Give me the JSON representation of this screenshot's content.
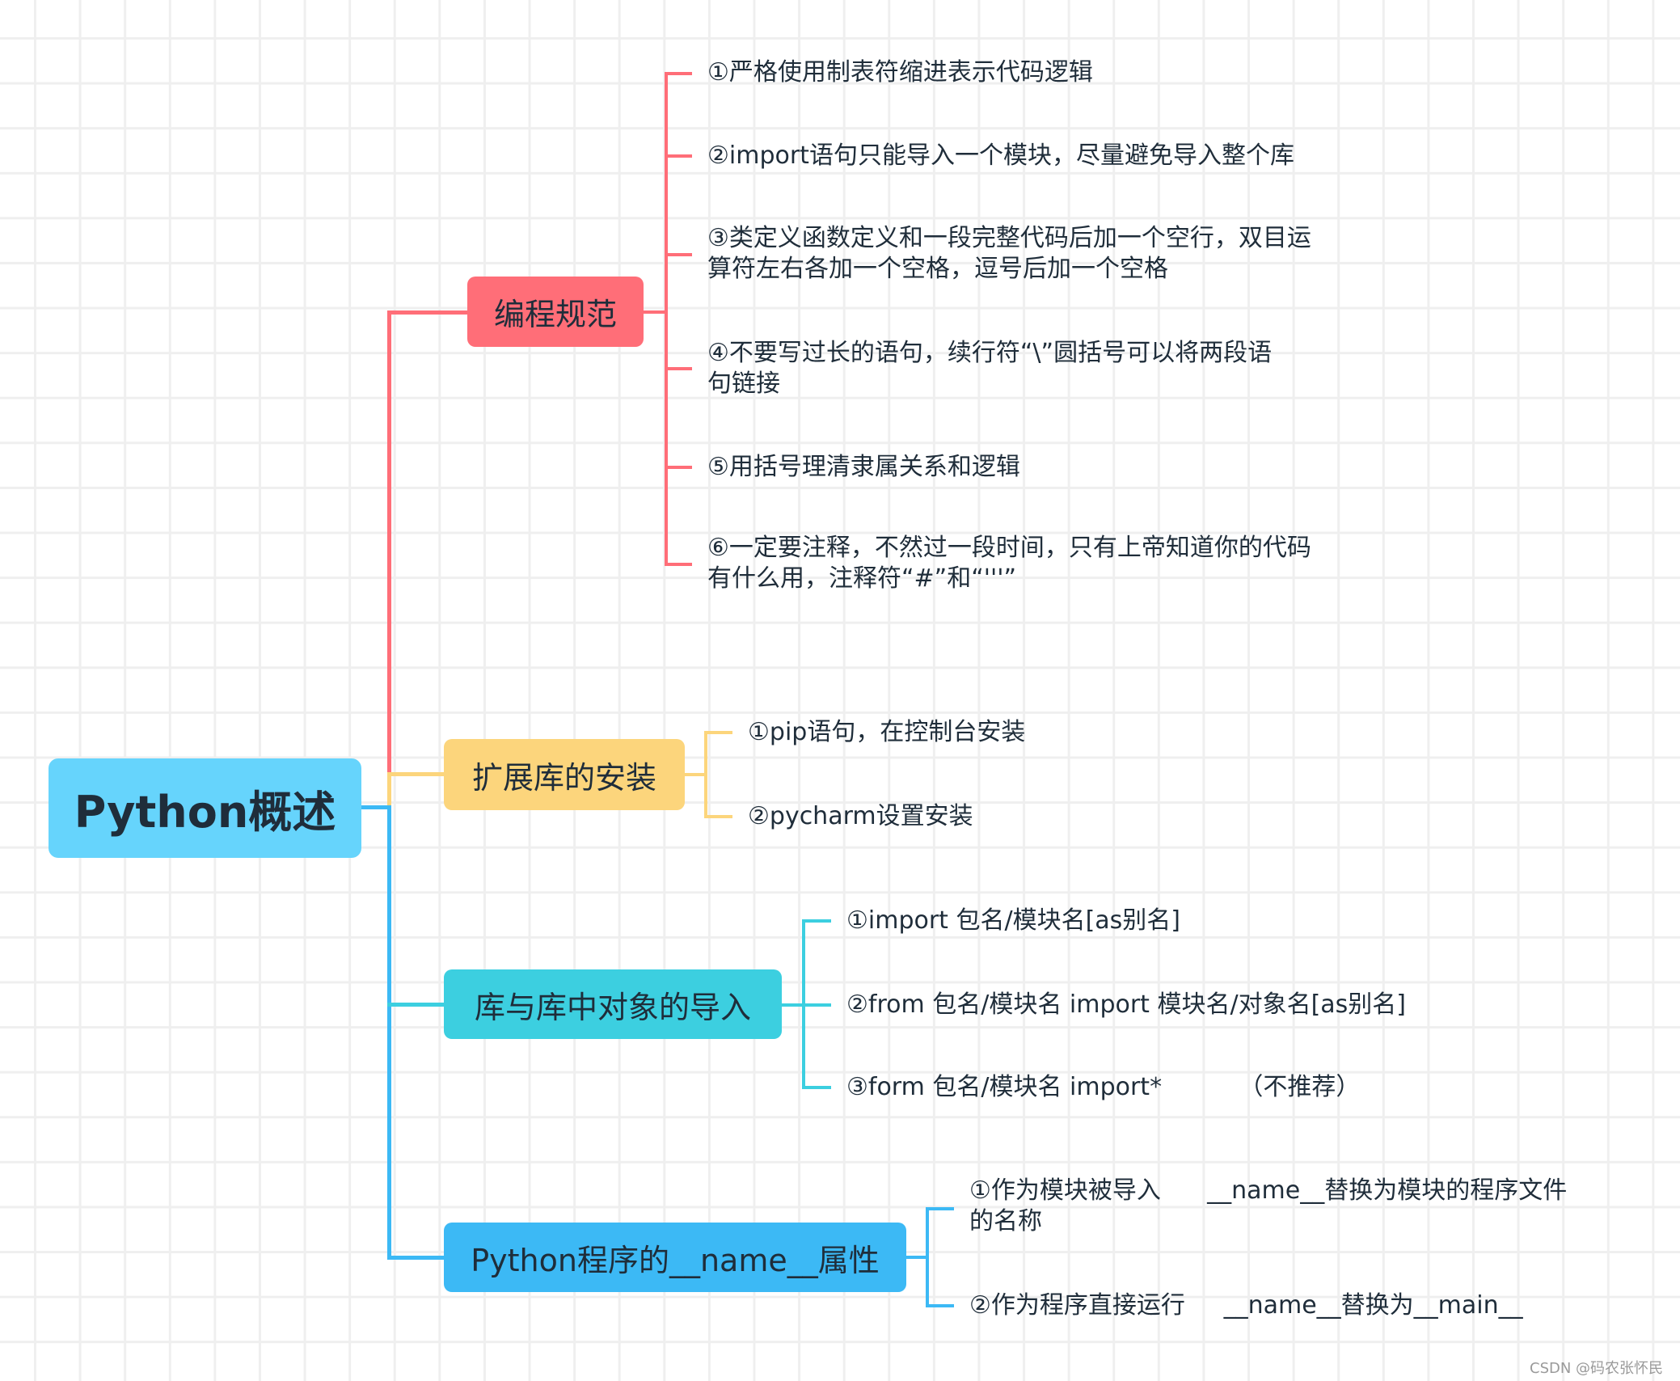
{
  "root": {
    "label": "Python概述"
  },
  "colors": {
    "root": "#66d4fc",
    "style": "#ff6e78",
    "install": "#fcd57c",
    "import": "#3ccfe0",
    "name": "#3cb9f5"
  },
  "branches": {
    "style": {
      "label": "编程规范",
      "items": [
        [
          "①严格使用制表符缩进表示代码逻辑"
        ],
        [
          "②import语句只能导入一个模块，尽量避免导入整个库"
        ],
        [
          "③类定义函数定义和一段完整代码后加一个空行，双目运",
          "算符左右各加一个空格，逗号后加一个空格"
        ],
        [
          "④不要写过长的语句，续行符“\\”圆括号可以将两段语",
          "句链接"
        ],
        [
          "⑤用括号理清隶属关系和逻辑"
        ],
        [
          "⑥一定要注释，不然过一段时间，只有上帝知道你的代码",
          "有什么用，注释符“#”和“'''”"
        ]
      ]
    },
    "install": {
      "label": "扩展库的安装",
      "items": [
        [
          "①pip语句，在控制台安装"
        ],
        [
          "②pycharm设置安装"
        ]
      ]
    },
    "import": {
      "label": "库与库中对象的导入",
      "items": [
        [
          "①import 包名/模块名[as别名]"
        ],
        [
          "②from 包名/模块名 import 模块名/对象名[as别名]"
        ],
        [
          "③form 包名/模块名 import*          （不推荐）"
        ]
      ]
    },
    "name": {
      "label": "Python程序的__name__属性",
      "items": [
        [
          "①作为模块被导入      __name__替换为模块的程序文件",
          "的名称"
        ],
        [
          "②作为程序直接运行     __name__替换为__main__"
        ]
      ]
    }
  },
  "watermark": "CSDN @码农张怀民"
}
